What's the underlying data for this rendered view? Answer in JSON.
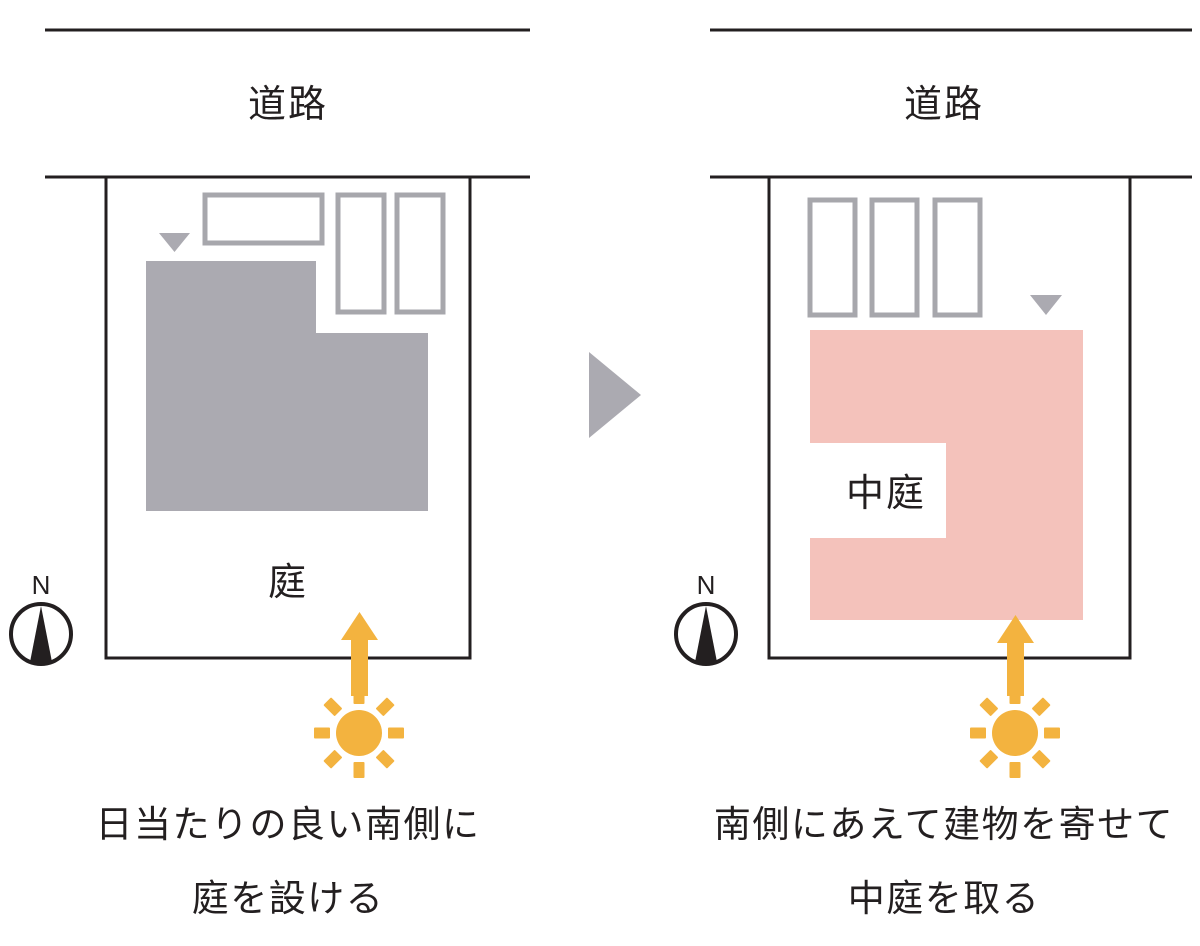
{
  "figure": {
    "title_left": "日当たりの良い南側に",
    "title_left_2": "庭を設ける",
    "title_right": "南側にあえて建物を寄せて",
    "title_right_2": "中庭を取る"
  },
  "colors": {
    "building_gray": "#ABAAB1",
    "building_pink": "#F4C2BB",
    "parking_stroke": "#A7A7AC",
    "line_dark": "#231f20",
    "sun_gold": "#F3B33F",
    "arrow_gray": "#ABAAB1",
    "text_dark": "#231f20",
    "background": "#ffffff"
  },
  "panels": [
    {
      "id": "before",
      "road_label": "道路",
      "compass_label": "N",
      "compass_icon": "compass-north-icon",
      "open_space_label": "庭",
      "entrance_marker_icon": "entrance-triangle-icon",
      "sun_icon": "sun-icon",
      "sun_arrow_icon": "up-arrow-icon",
      "parking_count": 3,
      "parking_labels": [
        "",
        "",
        ""
      ],
      "building_shape": "L-shape",
      "caption_lines": [
        "日当たりの良い南側に",
        "庭を設ける"
      ]
    },
    {
      "id": "after",
      "road_label": "道路",
      "compass_label": "N",
      "compass_icon": "compass-north-icon",
      "open_space_label": "中庭",
      "entrance_marker_icon": "entrance-triangle-icon",
      "sun_icon": "sun-icon",
      "sun_arrow_icon": "up-arrow-icon",
      "parking_count": 3,
      "parking_labels": [
        "",
        "",
        ""
      ],
      "building_shape": "C-shape-courtyard",
      "caption_lines": [
        "南側にあえて建物を寄せて",
        "中庭を取る"
      ]
    }
  ],
  "transition": {
    "icon": "right-triangle-arrow-icon",
    "label": ""
  }
}
